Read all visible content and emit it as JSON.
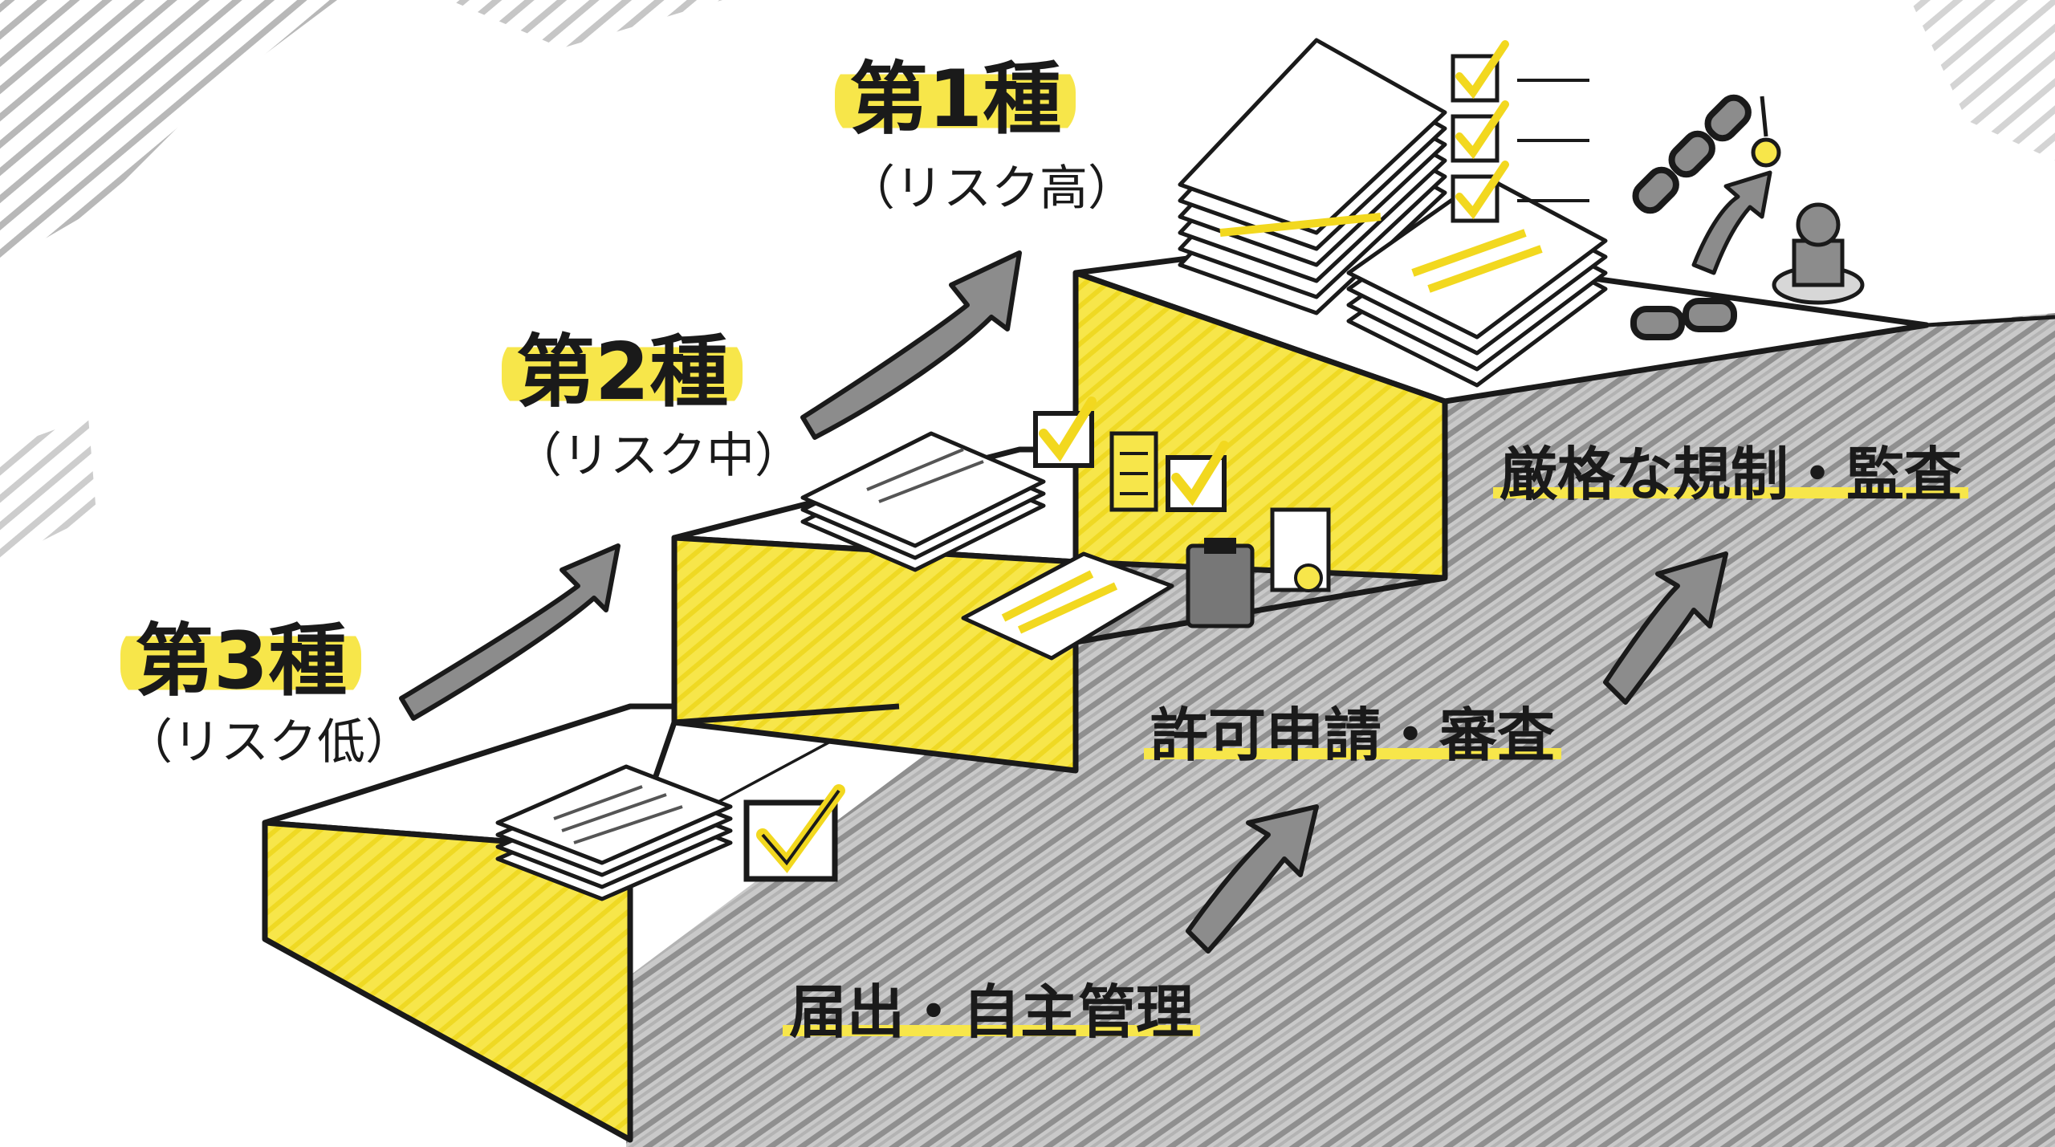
{
  "tiers": [
    {
      "name": "第3種",
      "risk": "（リスク低）",
      "requirement": "届出・自主管理"
    },
    {
      "name": "第2種",
      "risk": "（リスク中）",
      "requirement": "許可申請・審査"
    },
    {
      "name": "第1種",
      "risk": "（リスク高）",
      "requirement": "厳格な規制・監査"
    }
  ],
  "colors": {
    "accent": "#f7e64a",
    "ink": "#1a1a1a",
    "arrow": "#9a9a9a",
    "scribble": "#a9a9a9",
    "paper": "#ffffff"
  },
  "icons": [
    "document-stack-icon",
    "checkbox-icon",
    "checklist-icon",
    "clipboard-icon",
    "certificate-icon",
    "chain-icon",
    "stamp-icon",
    "key-icon",
    "up-arrow-icon"
  ]
}
